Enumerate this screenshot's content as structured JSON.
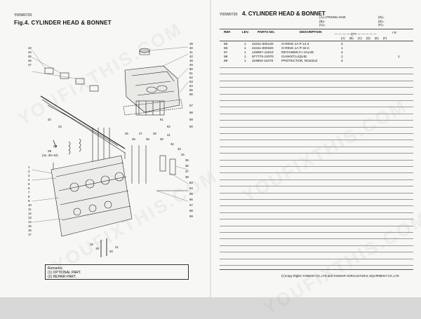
{
  "left_page": {
    "code": "Y00W0720",
    "figure_title": "Fig.4.  CYLINDER HEAD & BONNET",
    "callout_note_number": "29",
    "callout_note_range": "(no. 30~42)",
    "callout_numbers": [
      "43",
      "44",
      "45",
      "46",
      "47",
      "1",
      "2",
      "3",
      "4",
      "5",
      "6",
      "7",
      "8",
      "9",
      "10",
      "11",
      "12",
      "13",
      "14",
      "15",
      "16",
      "17",
      "18",
      "19",
      "20",
      "21",
      "22",
      "23",
      "24",
      "25",
      "26",
      "27",
      "28",
      "29",
      "30",
      "31",
      "32",
      "33",
      "34",
      "35",
      "36",
      "37",
      "38",
      "39",
      "40",
      "41",
      "42",
      "48",
      "49",
      "50",
      "51",
      "52",
      "53",
      "54",
      "55",
      "56",
      "57",
      "58",
      "59",
      "60",
      "61",
      "62",
      "63",
      "64",
      "65",
      "66",
      "67",
      "68",
      "69"
    ],
    "remarks_title": "Remarks:",
    "remarks": [
      "(1) OPTIONAL PART.",
      "(2) REPAIR PART."
    ]
  },
  "right_page": {
    "code": "Y00W0720",
    "section_title": "4.  CYLINDER HEAD & BONNET",
    "models_left": [
      "(A)=4TNV84L-NHZ",
      "(B)=",
      "(C)="
    ],
    "models_right": [
      "(D)=",
      "(E)=",
      "(F)="
    ],
    "columns": {
      "ref": "REF.",
      "lev": "LEV.",
      "part_no": "PARTS NO.",
      "description": "DESCRIPTION",
      "qty": "QTY",
      "ir": "I    R",
      "qty_sub": [
        "(A)",
        "(B)",
        "(C)",
        "(D)",
        "(E)",
        "(F)"
      ]
    },
    "parts": [
      {
        "ref": "65",
        "lev": "1",
        "part_no": "24311-000120",
        "description": "O-RING 1A P 12.0",
        "qty_a": "4",
        "flag": ""
      },
      {
        "ref": "66",
        "lev": "1",
        "part_no": "24311-000320",
        "description": "O-RING 1A P-32.0",
        "qty_a": "1",
        "flag": ""
      },
      {
        "ref": "67",
        "lev": "1",
        "part_no": "129907-11010",
        "description": "RETAINER,F.I.VALVE",
        "qty_a": "4",
        "flag": ""
      },
      {
        "ref": "68",
        "lev": "1",
        "part_no": "977770-12070",
        "description": "GASKET,LIQUID",
        "qty_a": "1",
        "flag": "1"
      },
      {
        "ref": "69",
        "lev": "1",
        "part_no": "119802-11670",
        "description": "PROTECTOR, NOZZLE",
        "qty_a": "4",
        "flag": ""
      }
    ],
    "footer": "(C)Copy Rights  YANMAR CO.,LTD and YANMAR AGRICULTURAL EQUIPMENT CO.,LTD"
  },
  "watermark": "YOUFIXTHIS.COM",
  "colors": {
    "paper": "#f7f7f5",
    "ink": "#111111",
    "rule": "#555555",
    "watermark": "#787878"
  }
}
